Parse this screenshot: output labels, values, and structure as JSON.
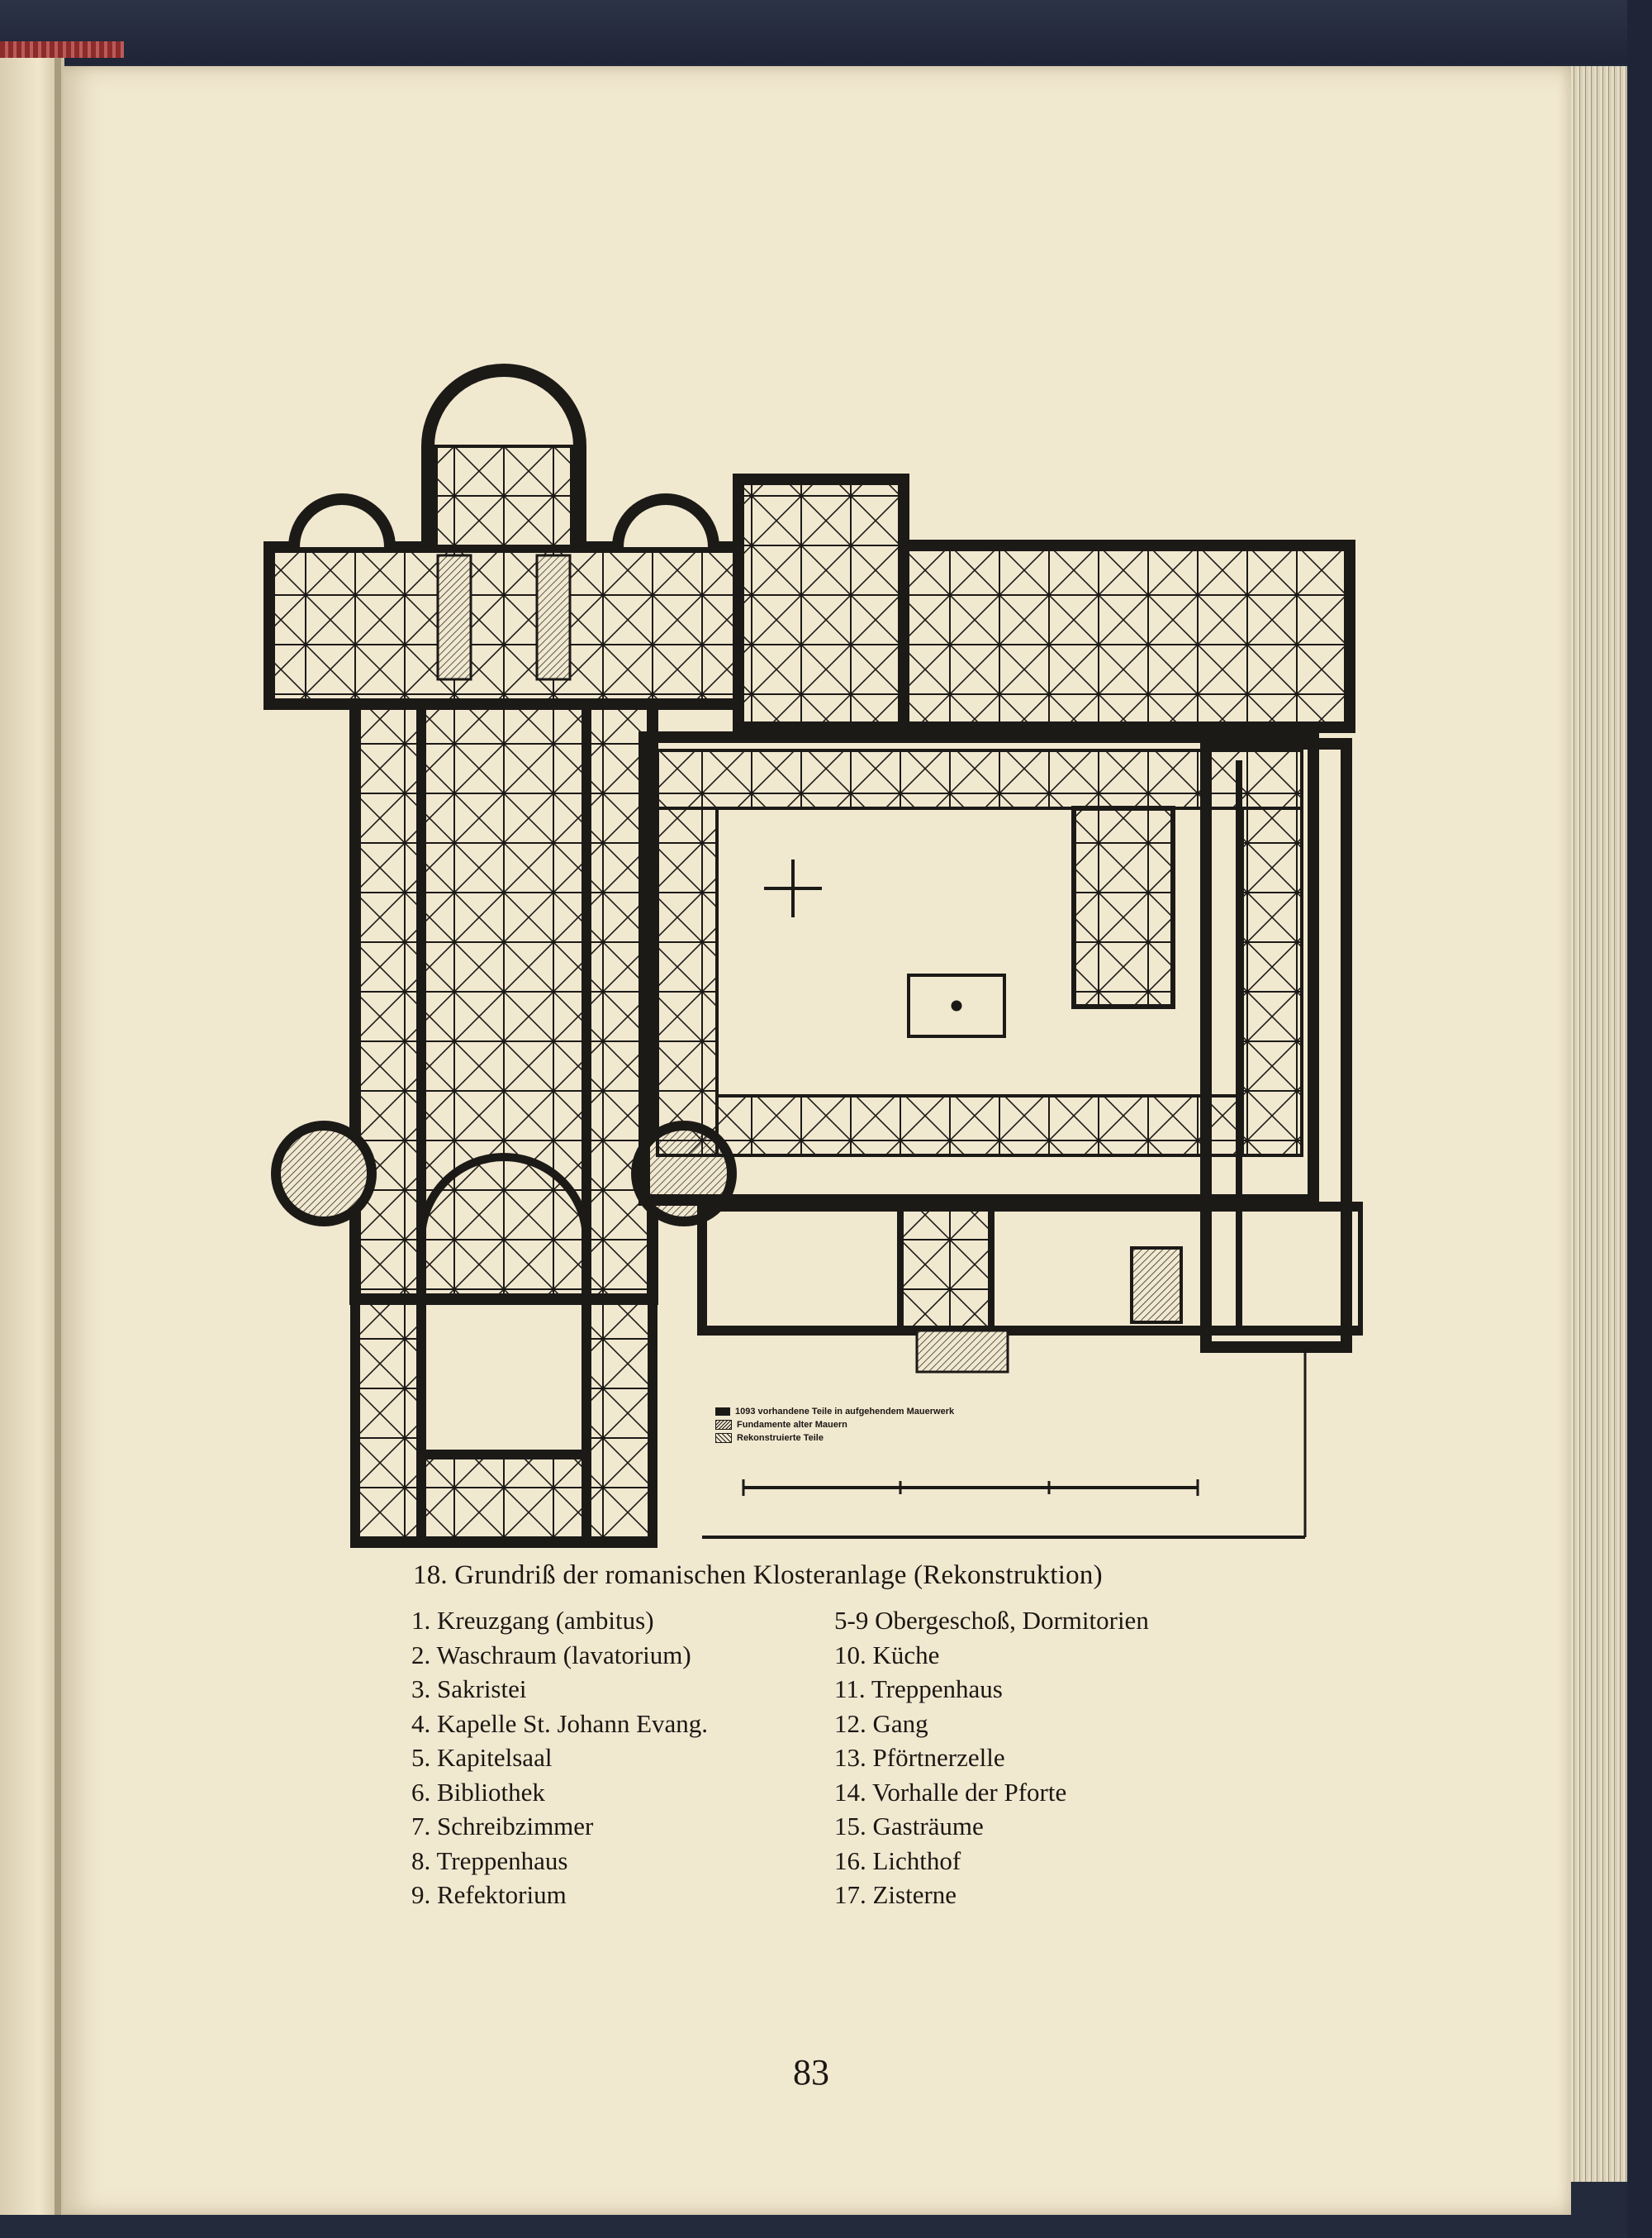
{
  "figure": {
    "caption": "18. Grundriß der romanischen Klosteranlage (Rekonstruktion)",
    "map_key": [
      "1093 vorhandene Teile in aufgehendem Mauerwerk",
      "Fundamente alter Mauern",
      "Rekonstruierte Teile"
    ]
  },
  "legend": {
    "left": [
      {
        "num": "1.",
        "label": "Kreuzgang (ambitus)"
      },
      {
        "num": "2.",
        "label": "Waschraum (lavatorium)"
      },
      {
        "num": "3.",
        "label": "Sakristei"
      },
      {
        "num": "4.",
        "label": "Kapelle St. Johann Evang."
      },
      {
        "num": "5.",
        "label": "Kapitelsaal"
      },
      {
        "num": "6.",
        "label": "Bibliothek"
      },
      {
        "num": "7.",
        "label": "Schreibzimmer"
      },
      {
        "num": "8.",
        "label": "Treppenhaus"
      },
      {
        "num": "9.",
        "label": "Refektorium"
      }
    ],
    "right": [
      {
        "num": "5-9",
        "label": "Obergeschoß, Dormitorien"
      },
      {
        "num": "10.",
        "label": "Küche"
      },
      {
        "num": "11.",
        "label": "Treppenhaus"
      },
      {
        "num": "12.",
        "label": "Gang"
      },
      {
        "num": "13.",
        "label": "Pförtnerzelle"
      },
      {
        "num": "14.",
        "label": "Vorhalle der Pforte"
      },
      {
        "num": "15.",
        "label": "Gasträume"
      },
      {
        "num": "16.",
        "label": "Lichthof"
      },
      {
        "num": "17.",
        "label": "Zisterne"
      }
    ]
  },
  "page_number": "83"
}
